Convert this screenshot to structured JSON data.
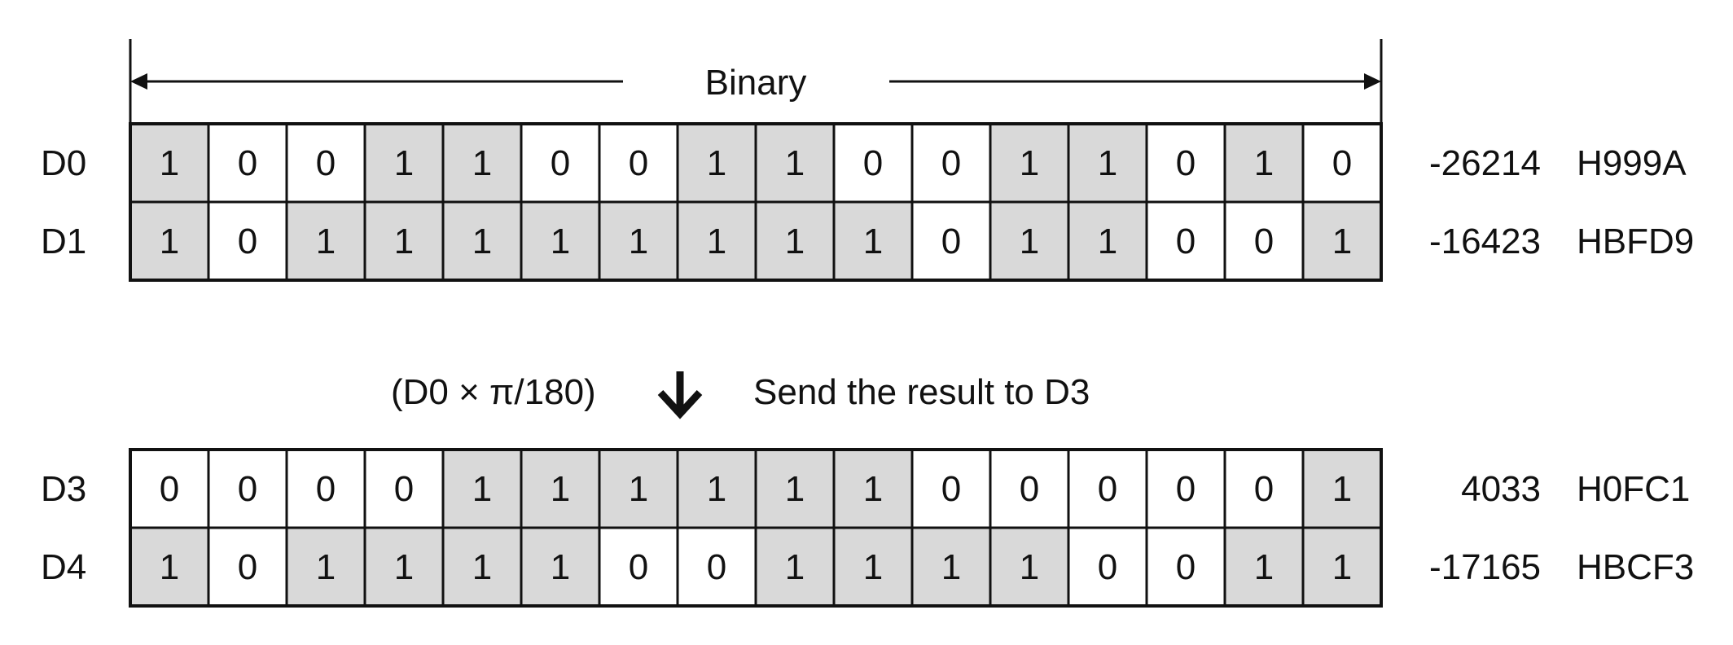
{
  "binary_label": "Binary",
  "operation": {
    "formula": "(D0 × π/180)",
    "result_text": "Send the result to D3"
  },
  "source_rows": [
    {
      "register": "D0",
      "bits": [
        1,
        0,
        0,
        1,
        1,
        0,
        0,
        1,
        1,
        0,
        0,
        1,
        1,
        0,
        1,
        0
      ],
      "decimal": "-26214",
      "hex": "H999A"
    },
    {
      "register": "D1",
      "bits": [
        1,
        0,
        1,
        1,
        1,
        1,
        1,
        1,
        1,
        1,
        0,
        1,
        1,
        0,
        0,
        1
      ],
      "decimal": "-16423",
      "hex": "HBFD9"
    }
  ],
  "result_rows": [
    {
      "register": "D3",
      "bits": [
        0,
        0,
        0,
        0,
        1,
        1,
        1,
        1,
        1,
        1,
        0,
        0,
        0,
        0,
        0,
        1
      ],
      "decimal": "4033",
      "hex": "H0FC1"
    },
    {
      "register": "D4",
      "bits": [
        1,
        0,
        1,
        1,
        1,
        1,
        0,
        0,
        1,
        1,
        1,
        1,
        0,
        0,
        1,
        1
      ],
      "decimal": "-17165",
      "hex": "HBCF3"
    }
  ],
  "colors": {
    "bit_one_fill": "#d9d9d9",
    "bit_zero_fill": "#ffffff",
    "line": "#111111"
  }
}
